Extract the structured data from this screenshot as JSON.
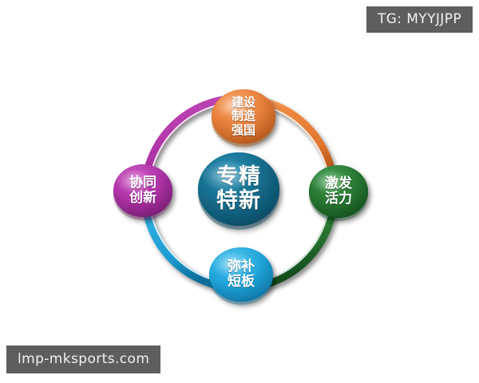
{
  "overlays": {
    "tag_badge": "TG: MYYJJPP",
    "site_badge": "lmp-mksports.com",
    "badge_bg": "#5e5e5e",
    "badge_text_color": "#f2f2f2"
  },
  "diagram": {
    "type": "cycle-diagram",
    "background": "#ffffff",
    "center": {
      "name": "center-node",
      "lines": [
        "专精",
        "特新"
      ],
      "color": "#156E8E",
      "color_dark": "#0c4c66",
      "text_color": "#ffffff"
    },
    "nodes": [
      {
        "name": "node-top",
        "position": "top",
        "lines": [
          "建设",
          "制造",
          "强国"
        ],
        "color": "#E8803C",
        "color_dark": "#b35a1c",
        "text_color": "#ffffff"
      },
      {
        "name": "node-right",
        "position": "right",
        "lines": [
          "激发",
          "活力"
        ],
        "color": "#2A7A34",
        "color_dark": "#16531f",
        "text_color": "#ffffff"
      },
      {
        "name": "node-bottom",
        "position": "bottom",
        "lines": [
          "弥补",
          "短板"
        ],
        "color": "#22A7DC",
        "color_dark": "#0d7aa8",
        "text_color": "#ffffff"
      },
      {
        "name": "node-left",
        "position": "left",
        "lines": [
          "协同",
          "创新"
        ],
        "color": "#B033A8",
        "color_dark": "#7d1c78",
        "text_color": "#ffffff"
      }
    ],
    "arcs": [
      {
        "name": "arc-top-right",
        "from": "node-top",
        "to": "node-right",
        "color": "#E8803C"
      },
      {
        "name": "arc-bottom-right",
        "from": "node-right",
        "to": "node-bottom",
        "color": "#2A7A34"
      },
      {
        "name": "arc-bottom-left",
        "from": "node-bottom",
        "to": "node-left",
        "color": "#22A7DC"
      },
      {
        "name": "arc-top-left",
        "from": "node-left",
        "to": "node-top",
        "color": "#B033A8"
      }
    ]
  }
}
